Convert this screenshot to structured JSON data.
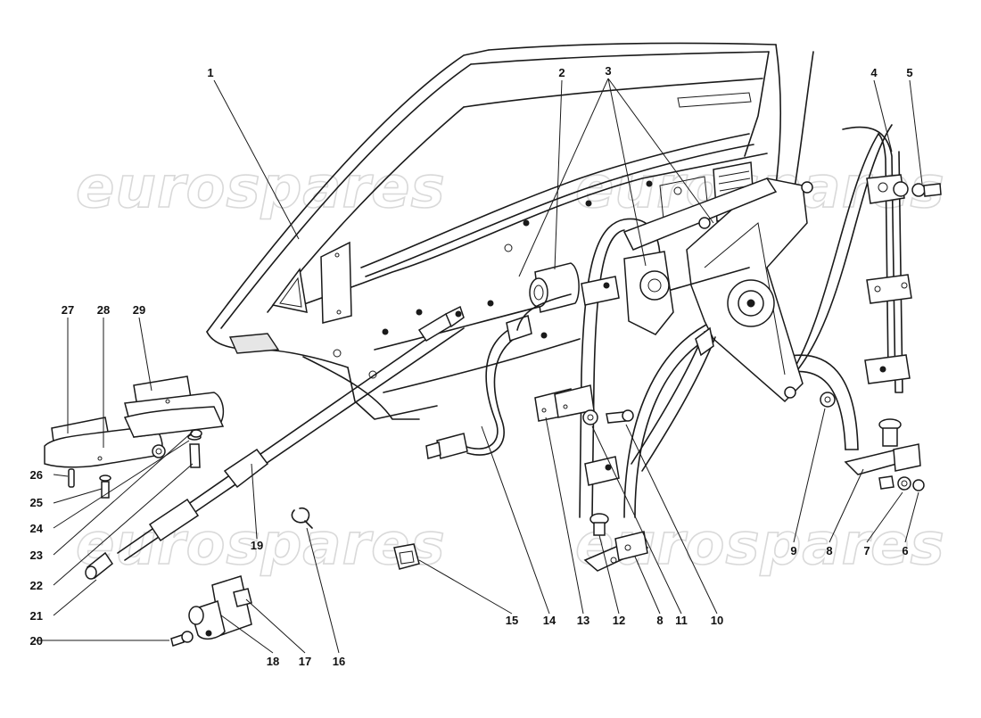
{
  "watermark": {
    "text": "eurospares",
    "color": "#d9d9d9"
  },
  "callouts": [
    {
      "id": "1",
      "label": "1"
    },
    {
      "id": "2",
      "label": "2"
    },
    {
      "id": "3",
      "label": "3"
    },
    {
      "id": "4",
      "label": "4"
    },
    {
      "id": "5",
      "label": "5"
    },
    {
      "id": "6",
      "label": "6"
    },
    {
      "id": "7",
      "label": "7"
    },
    {
      "id": "8a",
      "label": "8"
    },
    {
      "id": "8b",
      "label": "8"
    },
    {
      "id": "9",
      "label": "9"
    },
    {
      "id": "10",
      "label": "10"
    },
    {
      "id": "11",
      "label": "11"
    },
    {
      "id": "12",
      "label": "12"
    },
    {
      "id": "13",
      "label": "13"
    },
    {
      "id": "14",
      "label": "14"
    },
    {
      "id": "15",
      "label": "15"
    },
    {
      "id": "16",
      "label": "16"
    },
    {
      "id": "17",
      "label": "17"
    },
    {
      "id": "18",
      "label": "18"
    },
    {
      "id": "19",
      "label": "19"
    },
    {
      "id": "20",
      "label": "20"
    },
    {
      "id": "21",
      "label": "21"
    },
    {
      "id": "22",
      "label": "22"
    },
    {
      "id": "23",
      "label": "23"
    },
    {
      "id": "24",
      "label": "24"
    },
    {
      "id": "25",
      "label": "25"
    },
    {
      "id": "26",
      "label": "26"
    },
    {
      "id": "27",
      "label": "27"
    },
    {
      "id": "28",
      "label": "28"
    },
    {
      "id": "29",
      "label": "29"
    }
  ]
}
